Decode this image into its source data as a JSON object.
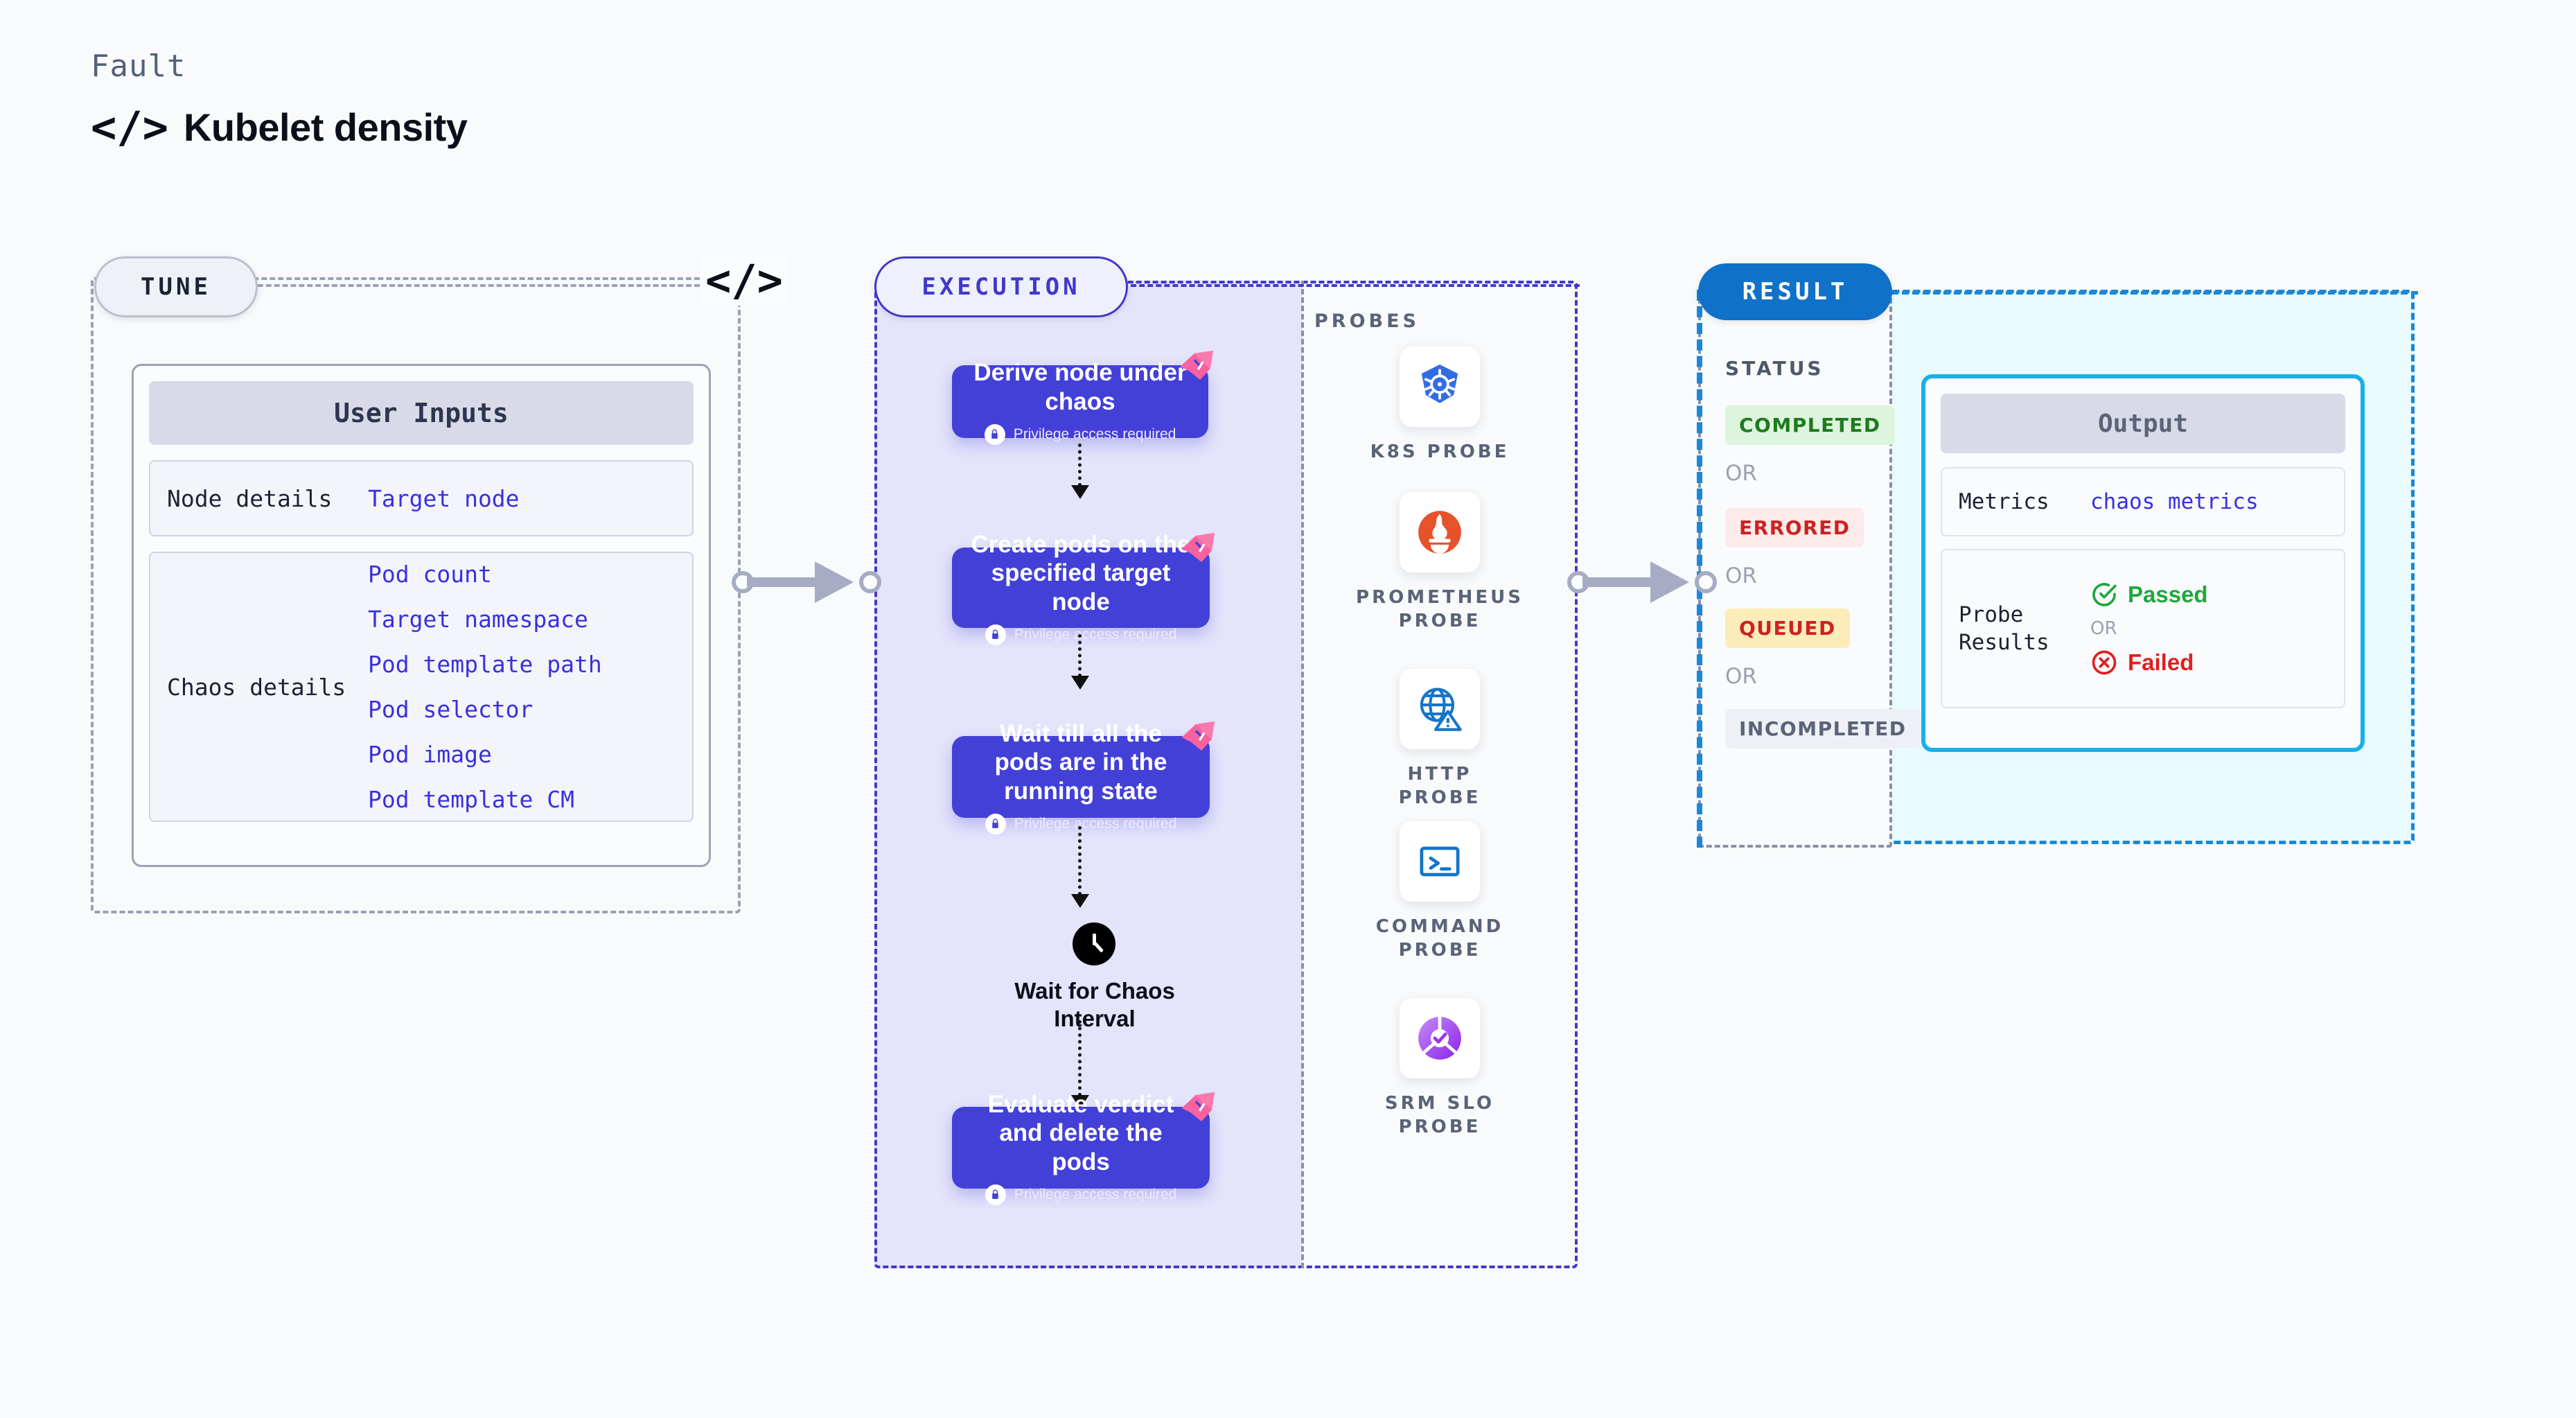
{
  "header": {
    "eyebrow": "Fault",
    "code_icon": "</>",
    "title": "Kubelet density"
  },
  "tune": {
    "pill_label": "TUNE",
    "code_icon": "</>",
    "card_title": "User Inputs",
    "rows": [
      {
        "label": "Node details",
        "values": [
          "Target node"
        ]
      },
      {
        "label": "Chaos details",
        "values": [
          "Pod count",
          "Target namespace",
          "Pod template path",
          "Pod selector",
          "Pod image",
          "Pod template CM"
        ]
      }
    ]
  },
  "execution": {
    "pill_label": "EXECUTION",
    "privilege_note": "Privilege access required",
    "nodes": [
      {
        "title": "Derive node under chaos",
        "privileged": true
      },
      {
        "title": "Create pods on the specified target node",
        "privileged": true
      },
      {
        "title": "Wait till all the pods are in the running state",
        "privileged": true
      },
      {
        "title": "Evaluate verdict and delete the pods",
        "privileged": true
      }
    ],
    "wait_step": {
      "icon": "clock-icon",
      "label": "Wait for Chaos Interval"
    }
  },
  "probes": {
    "section_title": "PROBES",
    "items": [
      {
        "label": "K8S PROBE",
        "icon": "kubernetes-icon"
      },
      {
        "label": "PROMETHEUS PROBE",
        "icon": "prometheus-icon"
      },
      {
        "label": "HTTP PROBE",
        "icon": "globe-warning-icon"
      },
      {
        "label": "COMMAND PROBE",
        "icon": "terminal-icon"
      },
      {
        "label": "SRM SLO PROBE",
        "icon": "srm-slo-icon"
      }
    ]
  },
  "result": {
    "pill_label": "RESULT",
    "status_title": "STATUS",
    "or_label": "OR",
    "statuses": [
      {
        "label": "COMPLETED",
        "bg": "#dcf5dc",
        "fg": "#1f7a1f"
      },
      {
        "label": "ERRORED",
        "bg": "#fdeaea",
        "fg": "#cc2222"
      },
      {
        "label": "QUEUED",
        "bg": "#fcecb8",
        "fg": "#cc2222"
      },
      {
        "label": "INCOMPLETED",
        "bg": "#eef0f5",
        "fg": "#5a6378"
      }
    ],
    "output": {
      "title": "Output",
      "metrics_label": "Metrics",
      "metrics_value": "chaos metrics",
      "probe_results_label": "Probe Results",
      "passed_label": "Passed",
      "failed_label": "Failed",
      "or_label": "OR"
    }
  },
  "colors": {
    "node_purple": "#4340d8",
    "execution_fill": "#e4e4fb",
    "execution_border": "#4338ca",
    "result_fill": "#e9fbfe",
    "result_border": "#1b87d6",
    "result_pill": "#1071c8",
    "output_border": "#17b0e8",
    "link_blue": "#3a2fe0",
    "ribbon_pink": "#f9629f",
    "passed_green": "#1ea83c",
    "failed_red": "#e02020"
  }
}
